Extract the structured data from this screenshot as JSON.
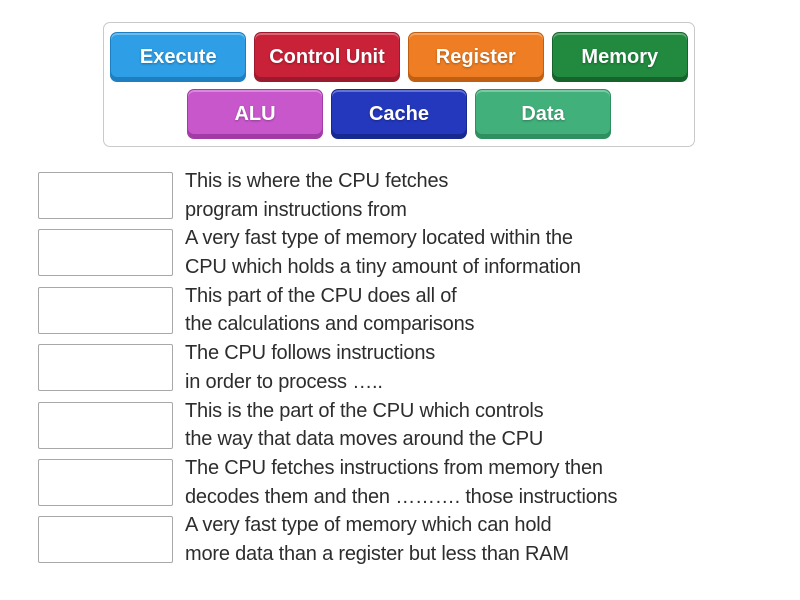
{
  "bank": {
    "tiles": [
      {
        "label": "Execute",
        "color": "#2e9ee6",
        "dark_color": "#1d7fc0"
      },
      {
        "label": "Control Unit",
        "color": "#c92138",
        "dark_color": "#9c1a2e"
      },
      {
        "label": "Register",
        "color": "#ee7d23",
        "dark_color": "#c05f12"
      },
      {
        "label": "Memory",
        "color": "#218a3f",
        "dark_color": "#15642c"
      },
      {
        "label": "ALU",
        "color": "#c957cc",
        "dark_color": "#a23ba5"
      },
      {
        "label": "Cache",
        "color": "#2438bd",
        "dark_color": "#17288f"
      },
      {
        "label": "Data",
        "color": "#42b07b",
        "dark_color": "#2e8f61"
      }
    ]
  },
  "clues": [
    {
      "line1": "This is where the CPU fetches",
      "line2": "program instructions from"
    },
    {
      "line1": "A very fast type of memory located within the",
      "line2": "CPU which holds a tiny amount of information"
    },
    {
      "line1": "This part of the CPU does all of",
      "line2": "the calculations and comparisons"
    },
    {
      "line1": "The CPU follows instructions",
      "line2": "in order to process ….."
    },
    {
      "line1": "This is the part of the CPU which controls",
      "line2": "the way that data moves around the CPU"
    },
    {
      "line1": "The CPU fetches instructions from memory then",
      "line2": "decodes them and then ………. those instructions"
    },
    {
      "line1": "A very fast type of memory which can hold",
      "line2": "more data than a register but less than RAM"
    }
  ]
}
